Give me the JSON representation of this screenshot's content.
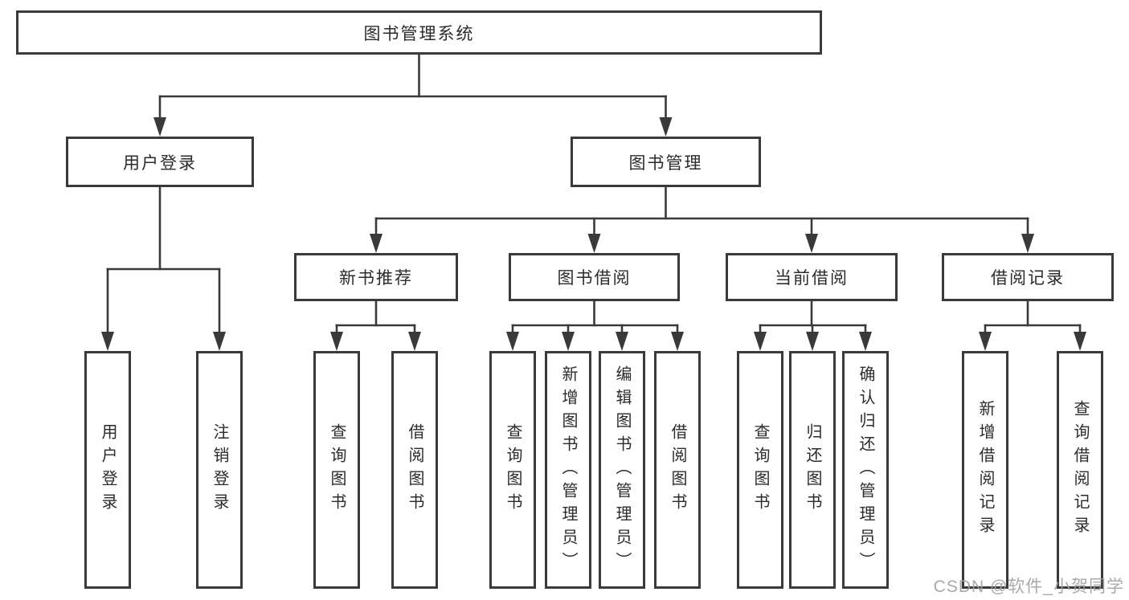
{
  "watermark": "CSDN @软件_小贺同学",
  "colors": {
    "line": "#3a3a3a",
    "box_border": "#3a3a3a",
    "box_bg": "#ffffff",
    "text": "#2b2b2b",
    "watermark": "#9ea0a2"
  },
  "tree": {
    "label": "图书管理系统",
    "children": [
      {
        "label": "用户登录",
        "children": [
          {
            "label": "用户登录"
          },
          {
            "label": "注销登录"
          }
        ]
      },
      {
        "label": "图书管理",
        "children": [
          {
            "label": "新书推荐",
            "children": [
              {
                "label": "查询图书"
              },
              {
                "label": "借阅图书"
              }
            ]
          },
          {
            "label": "图书借阅",
            "children": [
              {
                "label": "查询图书"
              },
              {
                "label": "新增图书（管理员）"
              },
              {
                "label": "编辑图书（管理员）"
              },
              {
                "label": "借阅图书"
              }
            ]
          },
          {
            "label": "当前借阅",
            "children": [
              {
                "label": "查询图书"
              },
              {
                "label": "归还图书"
              },
              {
                "label": "确认归还（管理员）"
              }
            ]
          },
          {
            "label": "借阅记录",
            "children": [
              {
                "label": "新增借阅记录"
              },
              {
                "label": "查询借阅记录"
              }
            ]
          }
        ]
      }
    ]
  }
}
